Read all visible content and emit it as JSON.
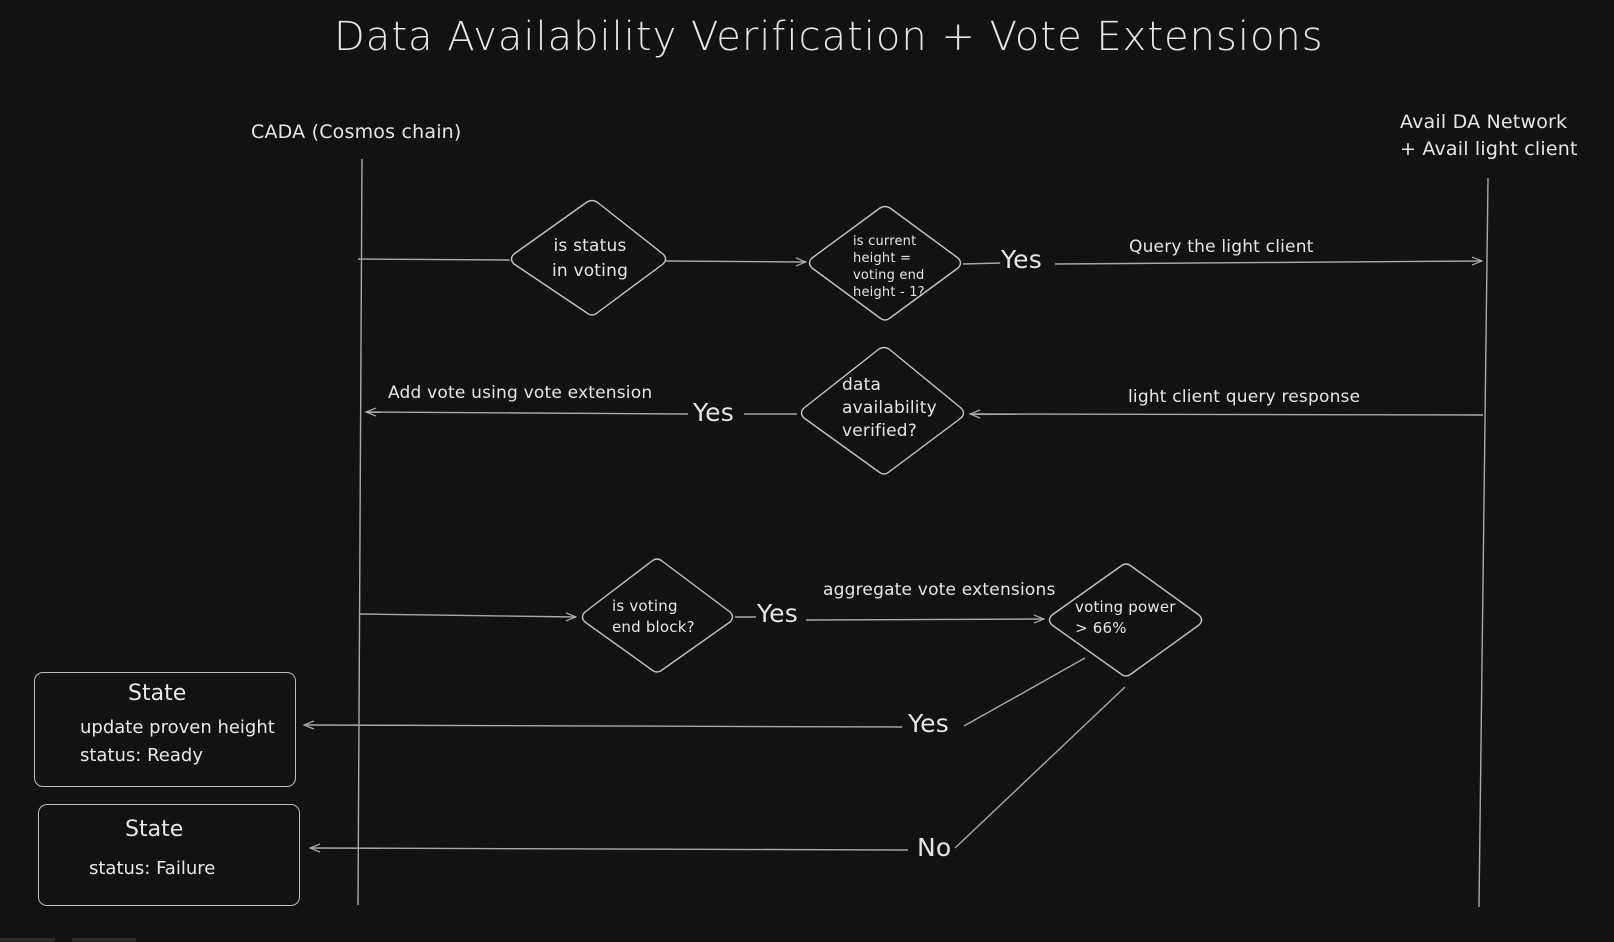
{
  "title": "Data Availability Verification + Vote Extensions",
  "actors": {
    "left": {
      "label": "CADA (Cosmos chain)"
    },
    "right": {
      "lines": [
        "Avail DA Network",
        "+ Avail light client"
      ]
    }
  },
  "decisions": {
    "status_in_voting": {
      "lines": [
        "is status",
        "in voting"
      ]
    },
    "current_height": {
      "lines": [
        "is current",
        "height =",
        "voting end",
        "height - 1?"
      ]
    },
    "da_verified": {
      "lines": [
        "data",
        "availability",
        "verified?"
      ]
    },
    "voting_end_block": {
      "lines": [
        "is voting",
        "end block?"
      ]
    },
    "voting_power": {
      "lines": [
        "voting power",
        "> 66%"
      ]
    }
  },
  "edge_labels": {
    "yes_1": "Yes",
    "query_light_client": "Query the light client",
    "light_client_response": "light client query response",
    "yes_2": "Yes",
    "add_vote": "Add vote using vote extension",
    "yes_3": "Yes",
    "aggregate": "aggregate vote extensions",
    "yes_4": "Yes",
    "no": "No"
  },
  "states": {
    "ready": {
      "title": "State",
      "lines": [
        "update proven height",
        "status: Ready"
      ]
    },
    "failure": {
      "title": "State",
      "lines": [
        "status: Failure"
      ]
    }
  },
  "colors": {
    "background": "#121212",
    "stroke": "#bdbdbd",
    "text": "#e6e6e6"
  }
}
